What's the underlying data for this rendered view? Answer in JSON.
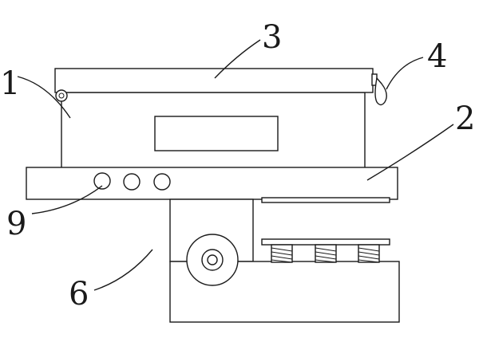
{
  "diagram": {
    "labels": {
      "1": "1",
      "2": "2",
      "3": "3",
      "4": "4",
      "6": "6",
      "9": "9"
    }
  }
}
